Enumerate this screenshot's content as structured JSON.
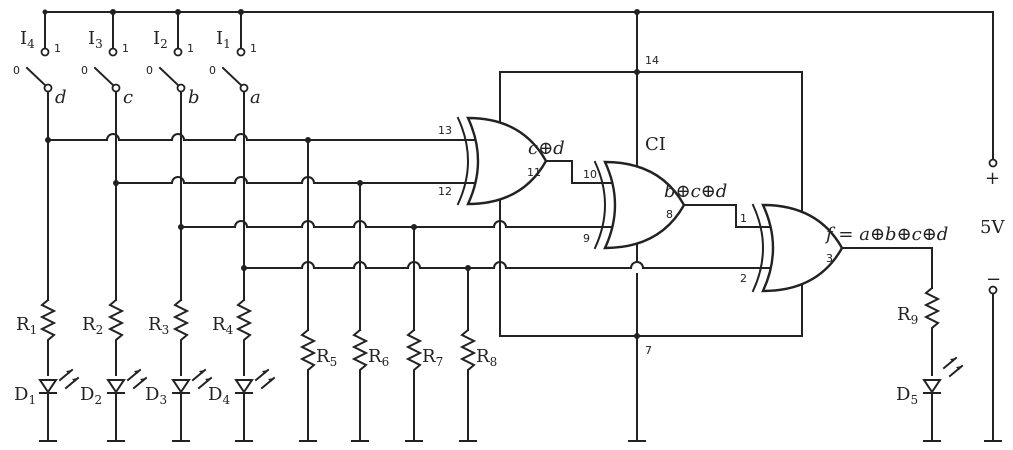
{
  "switches": [
    {
      "id": "I4",
      "label": "I",
      "sub": "4",
      "var": "d",
      "on": "1",
      "off": "0"
    },
    {
      "id": "I3",
      "label": "I",
      "sub": "3",
      "var": "c",
      "on": "1",
      "off": "0"
    },
    {
      "id": "I2",
      "label": "I",
      "sub": "2",
      "var": "b",
      "on": "1",
      "off": "0"
    },
    {
      "id": "I1",
      "label": "I",
      "sub": "1",
      "var": "a",
      "on": "1",
      "off": "0"
    }
  ],
  "resistors": [
    {
      "label": "R",
      "sub": "1"
    },
    {
      "label": "R",
      "sub": "2"
    },
    {
      "label": "R",
      "sub": "3"
    },
    {
      "label": "R",
      "sub": "4"
    },
    {
      "label": "R",
      "sub": "5"
    },
    {
      "label": "R",
      "sub": "6"
    },
    {
      "label": "R",
      "sub": "7"
    },
    {
      "label": "R",
      "sub": "8"
    },
    {
      "label": "R",
      "sub": "9"
    }
  ],
  "leds": [
    {
      "label": "D",
      "sub": "1"
    },
    {
      "label": "D",
      "sub": "2"
    },
    {
      "label": "D",
      "sub": "3"
    },
    {
      "label": "D",
      "sub": "4"
    },
    {
      "label": "D",
      "sub": "5"
    }
  ],
  "ic": {
    "label": "CI",
    "pin_vcc": "14",
    "pin_gnd": "7",
    "gate1": {
      "in_a": "13",
      "in_b": "12",
      "out": "11",
      "expr": "c⊕d"
    },
    "gate2": {
      "in_a": "10",
      "in_b": "9",
      "out": "8",
      "expr": "b⊕c⊕d"
    },
    "gate3": {
      "in_a": "1",
      "in_b": "2",
      "out": "3",
      "expr": "f = a⊕b⊕c⊕d"
    }
  },
  "supply": {
    "voltage": "5V",
    "plus": "+",
    "minus": "−"
  }
}
